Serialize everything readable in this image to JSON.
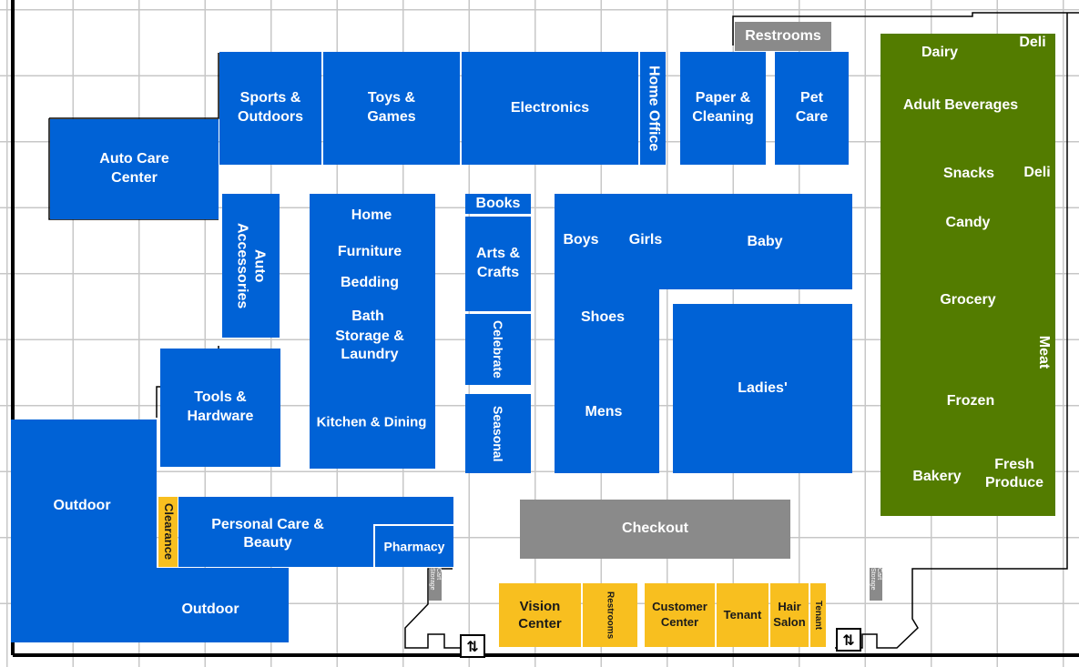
{
  "departments": {
    "sports_outdoors": "Sports &\nOutdoors",
    "toys_games": "Toys &\nGames",
    "electronics": "Electronics",
    "home_office": "Home Office",
    "paper_cleaning": "Paper &\nCleaning",
    "pet_care": "Pet\nCare",
    "restrooms_top": "Restrooms",
    "auto_care_center": "Auto Care\nCenter",
    "auto_accessories": "Auto\nAccessories",
    "home": "Home",
    "furniture": "Furniture",
    "bedding": "Bedding",
    "bath": "Bath",
    "storage_laundry": "Storage &\nLaundry",
    "kitchen_dining": "Kitchen & Dining",
    "books": "Books",
    "arts_crafts": "Arts &\nCrafts",
    "celebrate": "Celebrate",
    "seasonal": "Seasonal",
    "boys": "Boys",
    "girls": "Girls",
    "baby": "Baby",
    "shoes": "Shoes",
    "mens": "Mens",
    "ladies": "Ladies'",
    "tools_hardware": "Tools &\nHardware",
    "outdoor_upper": "Outdoor",
    "outdoor_lower": "Outdoor",
    "clearance": "Clearance",
    "personal_care_beauty": "Personal Care &\nBeauty",
    "pharmacy": "Pharmacy",
    "checkout": "Checkout",
    "vision_center": "Vision\nCenter",
    "restrooms_front": "Restrooms",
    "customer_center": "Customer\nCenter",
    "tenant_1": "Tenant",
    "hair_salon": "Hair\nSalon",
    "tenant_2": "Tenant",
    "dairy": "Dairy",
    "deli_top": "Deli",
    "adult_beverages": "Adult Beverages",
    "snacks": "Snacks",
    "deli_mid": "Deli",
    "candy": "Candy",
    "grocery": "Grocery",
    "meat": "Meat",
    "frozen": "Frozen",
    "bakery": "Bakery",
    "fresh_produce": "Fresh\nProduce"
  },
  "cart_storage": "Cart Storage",
  "entrance_symbol": "⇅",
  "colors": {
    "general_merchandise": "#0062d6",
    "grocery": "#537c00",
    "services": "#f8bf1f",
    "facilities": "#8a8a8a"
  },
  "icons": [
    "entrance-arrows-icon"
  ]
}
